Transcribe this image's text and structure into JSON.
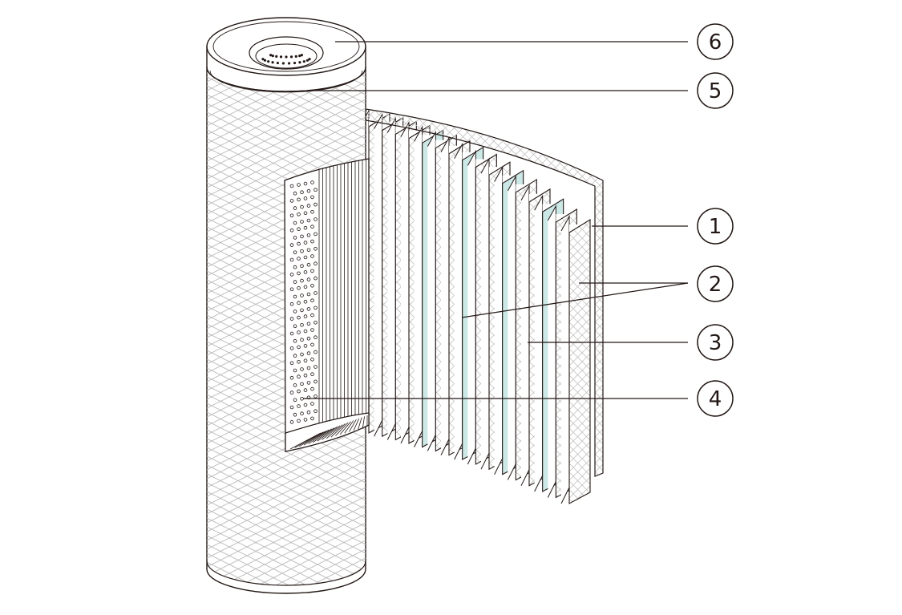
{
  "diagram": {
    "callouts": [
      {
        "number": "6",
        "part": "end-cap"
      },
      {
        "number": "5",
        "part": "cap-gasket-ring"
      },
      {
        "number": "1",
        "part": "outer-mesh-layer"
      },
      {
        "number": "2",
        "part": "pleated-mesh-layer"
      },
      {
        "number": "3",
        "part": "pleated-filter-media"
      },
      {
        "number": "4",
        "part": "perforated-inner-core"
      }
    ],
    "colors": {
      "line": "#231815",
      "media": "#cce8e6",
      "mesh": "#b9b9b9",
      "paper": "#ffffff"
    }
  }
}
